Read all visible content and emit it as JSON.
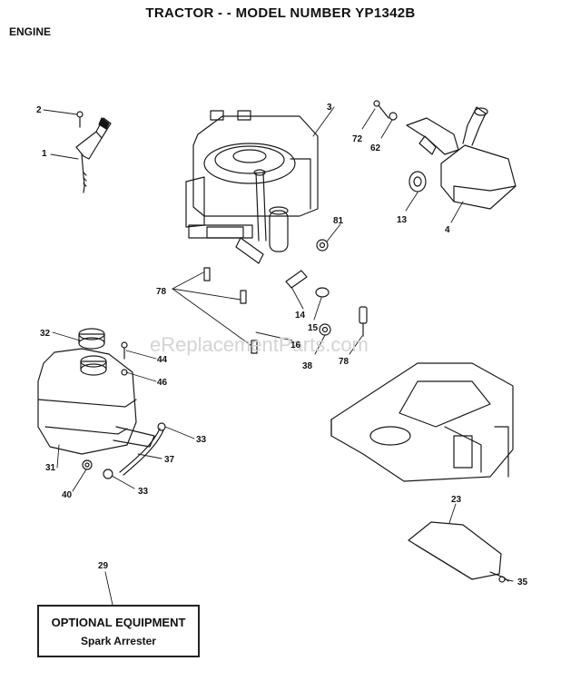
{
  "title": "TRACTOR - - MODEL NUMBER YP1342B",
  "section": "ENGINE",
  "watermark": "eReplacementParts.com",
  "optional_box": {
    "heading": "OPTIONAL EQUIPMENT",
    "item": "Spark Arrester"
  },
  "callouts": {
    "c1": "1",
    "c2": "2",
    "c3": "3",
    "c4": "4",
    "c13": "13",
    "c14": "14",
    "c15": "15",
    "c16": "16",
    "c23": "23",
    "c29": "29",
    "c31": "31",
    "c32": "32",
    "c33a": "33",
    "c33b": "33",
    "c35": "35",
    "c37": "37",
    "c38": "38",
    "c40": "40",
    "c44": "44",
    "c46": "46",
    "c62": "62",
    "c72": "72",
    "c78a": "78",
    "c78b": "78",
    "c81": "81"
  }
}
